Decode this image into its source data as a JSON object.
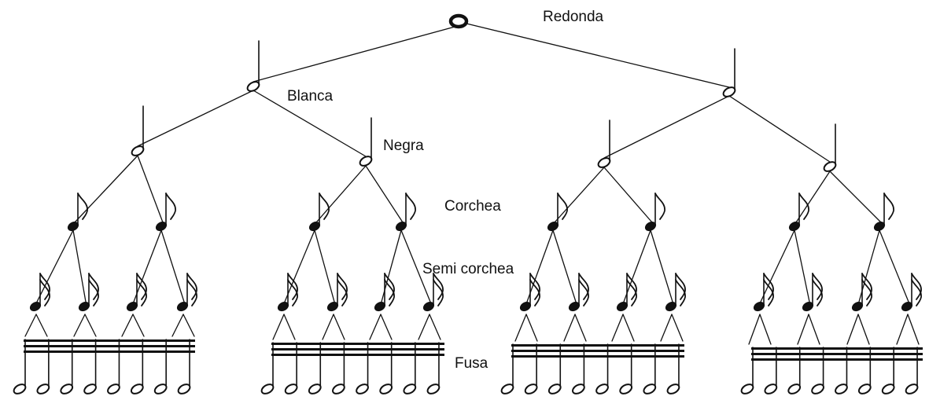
{
  "labels": {
    "redonda": "Redonda",
    "blanca": "Blanca",
    "negra": "Negra",
    "corchea": "Corchea",
    "semicorchea": "Semi corchea",
    "fusa": "Fusa"
  },
  "tree": {
    "levels": [
      "redonda",
      "blanca",
      "negra",
      "corchea",
      "semicorchea",
      "fusa"
    ],
    "branching": [
      1,
      2,
      4,
      8,
      16,
      32
    ]
  },
  "colors": {
    "ink": "#111111",
    "background": "#ffffff"
  }
}
